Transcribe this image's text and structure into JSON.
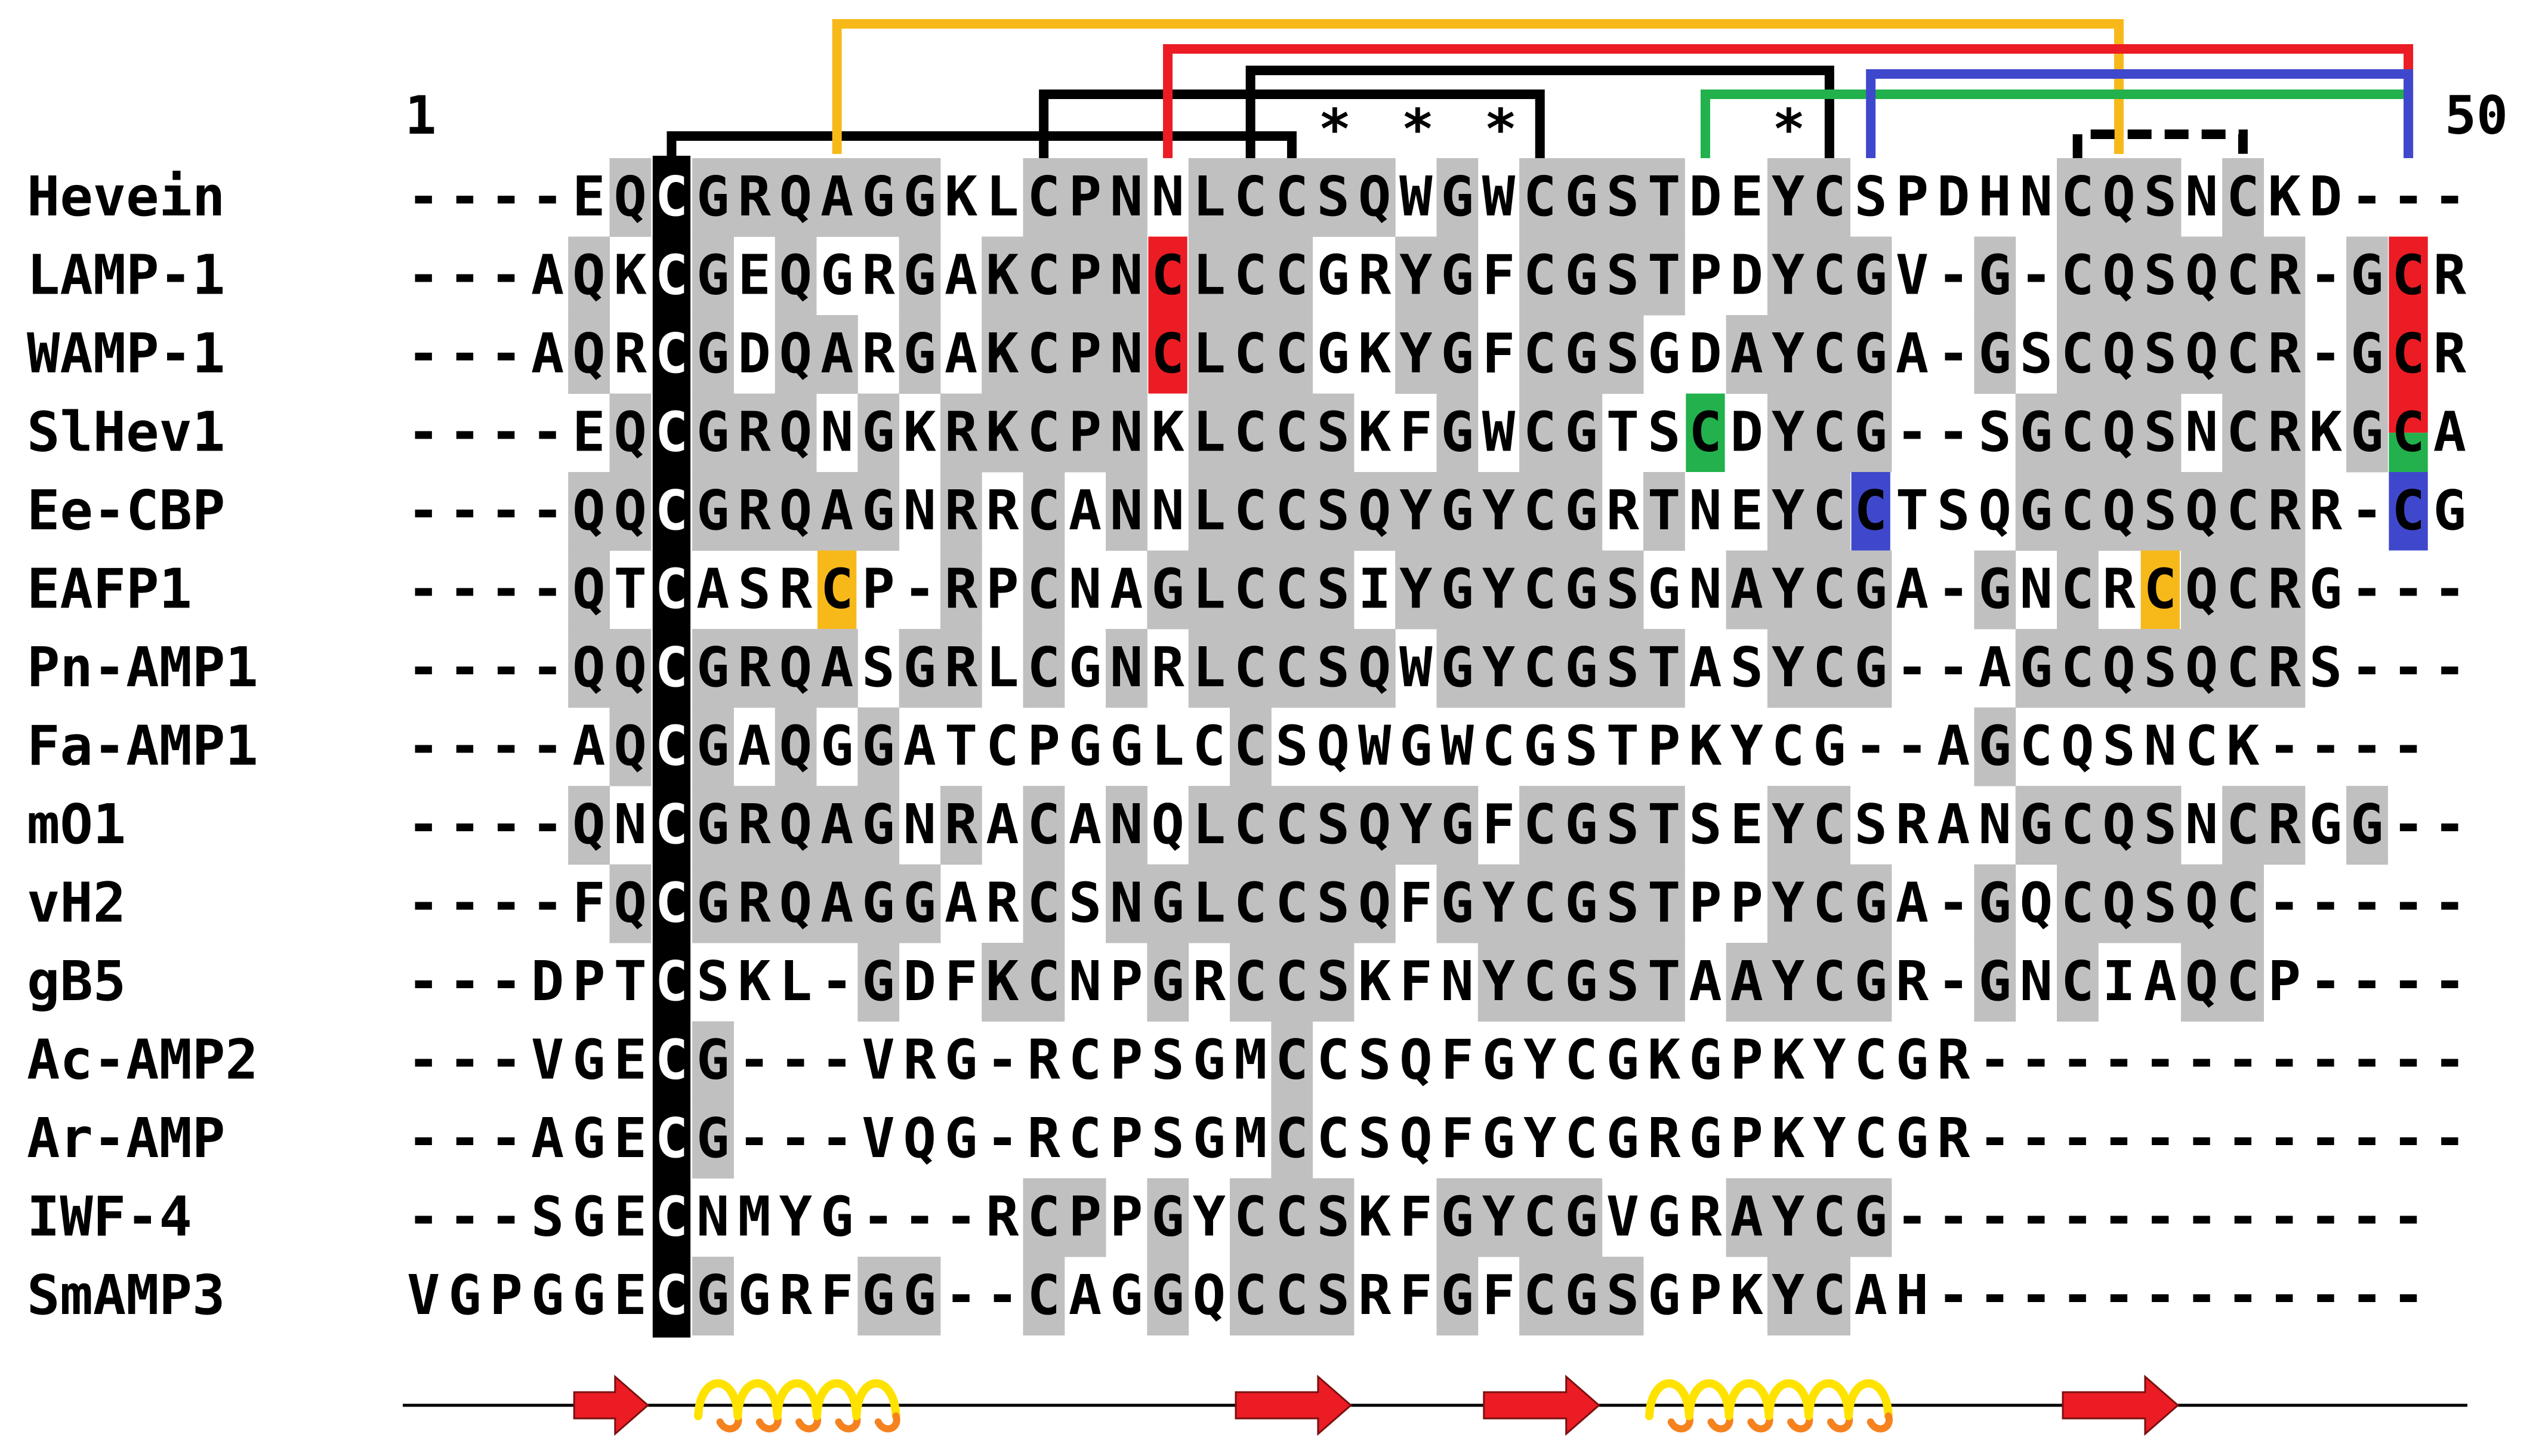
{
  "position_labels": {
    "start": "1",
    "end": "50"
  },
  "asterisks": [
    "*",
    "*",
    "*",
    "*"
  ],
  "names": [
    "Hevein",
    "LAMP-1",
    "WAMP-1",
    "SlHev1",
    "Ee-CBP",
    "EAFP1",
    "Pn-AMP1",
    "Fa-AMP1",
    "mO1",
    "vH2",
    "gB5",
    "Ac-AMP2",
    "Ar-AMP",
    "IWF-4",
    "SmAMP3"
  ],
  "sequences": [
    "----EQCGRQAGGKLCPNNLCCSQWGWCGSTDEYCSPDHNCQSNCKD---",
    "---AQKCGEQGRGAKCPNCLCCGRYGFCGSTPDYCGV-G-CQSQCR-GCR",
    "---AQRCGDQARGAKCPNCLCCGKYGFCGSGDAYCGA-GSCQSQCR-GCR",
    "----EQCGRQNGKRKCPNKLCCSKFGWCGTSCDYCG--SGCQSNCRKGCA",
    "----QQCGRQAGNRRCANNLCCSQYGYCGRTNEYCCTSQGCQSQCRR-CG",
    "----QTCASRCP-RPCNAGLCCSIYGYCGSGNAYCGA-GNCRCQCRG---",
    "----QQCGRQASGRLCGNRLCCSQWGYCGSTASYCG--AGCQSQCRS---",
    "----AQCGAQGGATCPGGLCCSQWGWCGSTPKYCG--AGCQSNCK----",
    "----QNCGRQAGNRACANQLCCSQYGFCGSTSEYCSRANGCQSNCRGG--",
    "----FQCGRQAGGARCSNGLCCSQFGYCGSTPPYCGA-GQCQSQC-----",
    "---DPTCSKL-GDFKCNPGRCCSKFNYCGSTAAYCGR-GNCIAQCP----",
    "---VGECG---VRG-RCPSGMCCSQFGYCGKGPKYCGR------------",
    "---AGECG---VQG-RCPSGMCCSQFGYCGRGPKYCGR------------",
    "---SGECNMYG---RCPPGYCCSKFGYCGVGRAYCG-------------",
    "VGPGGECGGRFGG--CAGGQCCSRFGFCGSGPKYCAH------------"
  ],
  "colors": {
    "conserved_cys_bg": "#000000",
    "similar_bg": "#c0c0c0",
    "bond_black": "#000000",
    "bond_yellow": "#f7b91a",
    "bond_red": "#ec1c24",
    "bond_blue": "#3f48cc",
    "bond_green": "#22b14c",
    "beta_strand": "#ec1c24",
    "helix_a": "#ffe200",
    "helix_b": "#f5821f"
  },
  "disulfide_bonds": [
    {
      "from": 7,
      "to": 22,
      "color": "black"
    },
    {
      "from": 11,
      "to": 42,
      "color": "yellow"
    },
    {
      "from": 16,
      "to": 28,
      "color": "black"
    },
    {
      "from": 19,
      "to": 49,
      "color": "red"
    },
    {
      "from": 21,
      "to": 35,
      "color": "black"
    },
    {
      "from": 32,
      "to": 49,
      "color": "green"
    },
    {
      "from": 36,
      "to": 49,
      "color": "blue"
    },
    {
      "from": 41,
      "to": 45,
      "color": "black",
      "dashed": true
    }
  ],
  "secondary_structure": [
    {
      "type": "strand",
      "start": 5,
      "end": 6
    },
    {
      "type": "helix",
      "start": 8,
      "end": 12
    },
    {
      "type": "strand",
      "start": 21,
      "end": 23
    },
    {
      "type": "strand",
      "start": 27,
      "end": 29
    },
    {
      "type": "helix",
      "start": 31,
      "end": 36
    },
    {
      "type": "strand",
      "start": 41,
      "end": 43
    }
  ]
}
